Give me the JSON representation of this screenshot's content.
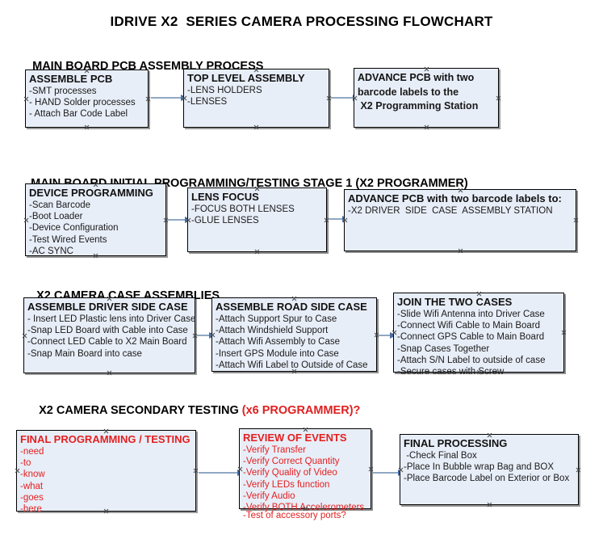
{
  "title": "IDRIVE X2  SERIES CAMERA PROCESSING FLOWCHART",
  "colors": {
    "box_fill": "#e8eef8",
    "box_border": "#000000",
    "arrow_line": "#8fa8c4",
    "arrow_head": "#4a6fa5",
    "accent_red": "#e32020",
    "text": "#111111"
  },
  "sections": [
    {
      "heading": "MAIN BOARD PCB ASSEMBLY PROCESS",
      "heading_accent": "",
      "nodes": [
        {
          "title": "ASSEMBLE PCB",
          "lines": [
            "-SMT processes",
            "- HAND Solder processes",
            "- Attach Bar Code Label"
          ]
        },
        {
          "title": "TOP LEVEL ASSEMBLY",
          "lines": [
            "-LENS HOLDERS",
            "-LENSES"
          ]
        },
        {
          "title": "ADVANCE PCB with two",
          "lines": [
            "barcode labels to the",
            " X2 Programming Station"
          ]
        }
      ]
    },
    {
      "heading": "MAIN BOARD INITIAL PROGRAMMING/TESTING STAGE 1 (X2 PROGRAMMER)",
      "heading_accent": "",
      "nodes": [
        {
          "title": "DEVICE PROGRAMMING",
          "lines": [
            "-Scan Barcode",
            "-Boot Loader",
            "-Device Configuration",
            "-Test Wired Events",
            "-AC SYNC"
          ]
        },
        {
          "title": "LENS FOCUS",
          "lines": [
            "-FOCUS BOTH LENSES",
            "-GLUE LENSES"
          ]
        },
        {
          "title": "ADVANCE PCB with two barcode labels to:",
          "lines": [
            "-X2 DRIVER  SIDE  CASE  ASSEMBLY STATION"
          ]
        }
      ]
    },
    {
      "heading": "X2 CAMERA CASE ASSEMBLIES",
      "heading_accent": "",
      "nodes": [
        {
          "title": "ASSEMBLE DRIVER SIDE CASE",
          "lines": [
            "- Insert LED Plastic lens into Driver Case",
            "-Snap LED Board with Cable into Case",
            "-Connect LED Cable to X2 Main Board",
            "-Snap Main Board into case"
          ]
        },
        {
          "title": "ASSEMBLE ROAD SIDE CASE",
          "lines": [
            "-Attach Support Spur to Case",
            "-Attach Windshield Support",
            "-Attach Wifi Assembly to Case",
            "-Insert GPS Module into Case",
            "-Attach Wifi Label to Outside of Case"
          ]
        },
        {
          "title": "JOIN THE TWO CASES",
          "lines": [
            "-Slide Wifi Antenna into Driver Case",
            "-Connect Wifi Cable to Main Board",
            "-Connect GPS Cable to Main Board",
            "-Snap Cases Together",
            "-Attach S/N Label to outside of case",
            "-Secure cases with Screw"
          ]
        }
      ]
    },
    {
      "heading": "X2 CAMERA SECONDARY TESTING ",
      "heading_accent": "(x6 PROGRAMMER)?",
      "nodes": [
        {
          "title": "FINAL PROGRAMMING / TESTING",
          "lines": [
            "-need",
            "-to",
            "-know",
            "-what",
            "-goes",
            "-here"
          ]
        },
        {
          "title": "REVIEW OF EVENTS",
          "lines": [
            "-Verify Transfer",
            "-Verify Correct Quantity",
            "-Verify Quality of Video",
            "-Verify LEDs function",
            "-Verify Audio",
            "-Verify BOTH Accelerometers"
          ],
          "overflow_line": "-Test of accessory ports?"
        },
        {
          "title": "FINAL PROCESSING",
          "lines": [
            " -Check Final Box",
            "-Place In Bubble wrap Bag and BOX",
            "-Place Barcode Label on Exterior or Box"
          ]
        }
      ]
    }
  ]
}
